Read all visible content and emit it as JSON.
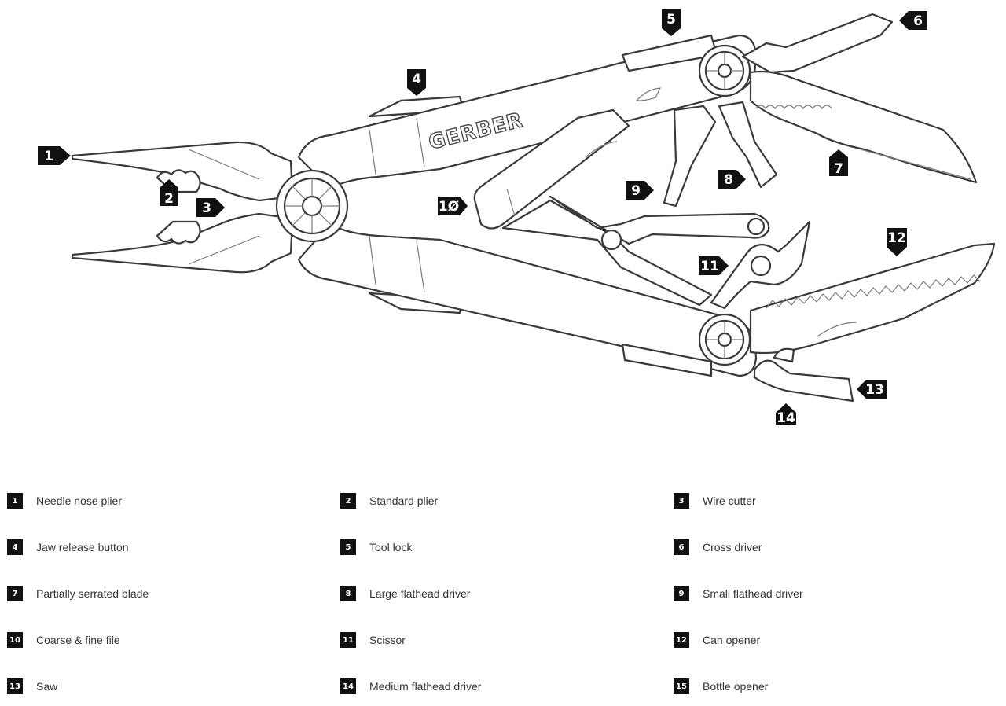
{
  "brand": "GERBER",
  "callouts": [
    "1",
    "2",
    "3",
    "4",
    "5",
    "6",
    "7",
    "8",
    "9",
    "1Ø",
    "11",
    "12",
    "13",
    "14"
  ],
  "legend": [
    {
      "num": "1",
      "label": "Needle nose plier"
    },
    {
      "num": "2",
      "label": "Standard plier"
    },
    {
      "num": "3",
      "label": "Wire cutter"
    },
    {
      "num": "4",
      "label": "Jaw release button"
    },
    {
      "num": "5",
      "label": "Tool lock"
    },
    {
      "num": "6",
      "label": "Cross driver"
    },
    {
      "num": "7",
      "label": "Partially serrated blade"
    },
    {
      "num": "8",
      "label": "Large flathead driver"
    },
    {
      "num": "9",
      "label": "Small flathead driver"
    },
    {
      "num": "10",
      "label": "Coarse & fine file"
    },
    {
      "num": "11",
      "label": "Scissor"
    },
    {
      "num": "12",
      "label": "Can opener"
    },
    {
      "num": "13",
      "label": "Saw"
    },
    {
      "num": "14",
      "label": "Medium flathead driver"
    },
    {
      "num": "15",
      "label": "Bottle opener"
    }
  ]
}
